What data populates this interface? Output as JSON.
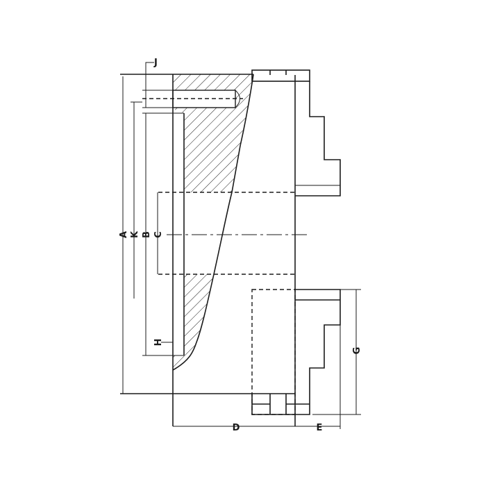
{
  "title": "Lathe chuck cross-section dimension drawing",
  "labels": {
    "A": "A",
    "K": "K",
    "B": "B",
    "C": "C",
    "J": "J",
    "H": "H",
    "D": "D",
    "E": "E",
    "G": "G"
  },
  "colors": {
    "line": "#1a1a1a",
    "background": "#ffffff"
  }
}
